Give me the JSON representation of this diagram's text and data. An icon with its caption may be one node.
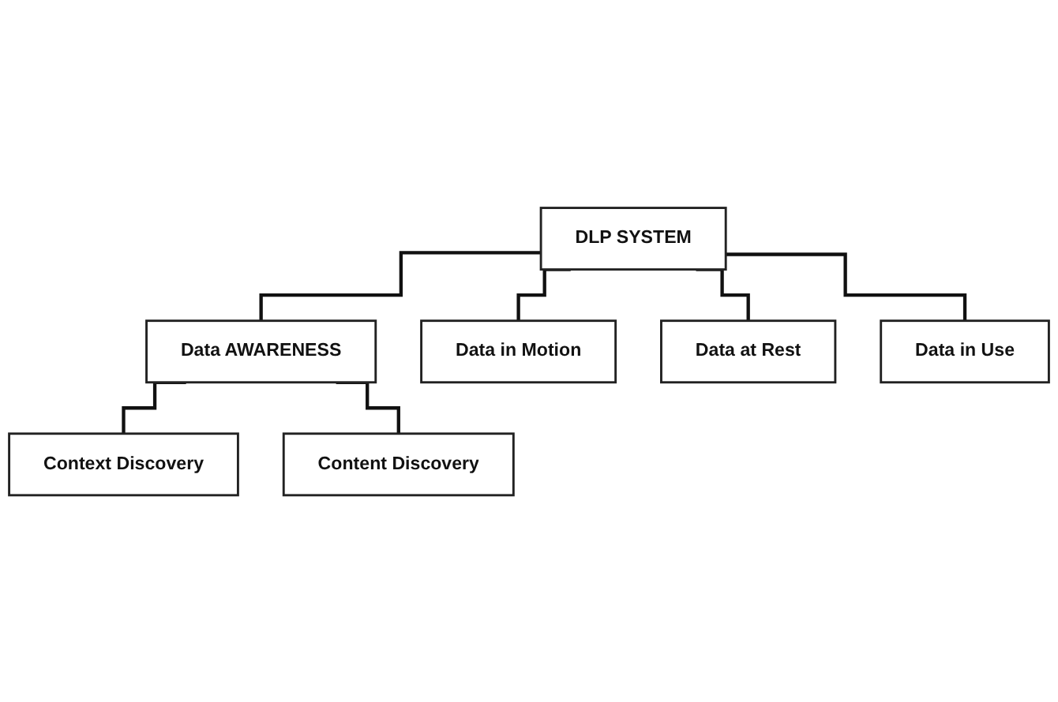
{
  "diagram": {
    "nodes": [
      {
        "text": [
          "DLP SYSTEM"
        ]
      },
      {
        "text": [
          "Data AWARENESS"
        ]
      },
      {
        "text": [
          "Context Discovery"
        ]
      },
      {
        "text": [
          "Content Discovery"
        ]
      },
      {
        "text": [
          "Data in Motion"
        ]
      },
      {
        "text": [
          "Data at Rest"
        ]
      },
      {
        "text": [
          "Data in Use"
        ]
      }
    ],
    "edges": [
      {
        "from": 0,
        "to": 1,
        "arrow": "none"
      },
      {
        "from": 1,
        "to": 2,
        "arrow": "none"
      },
      {
        "from": 1,
        "to": 3,
        "arrow": "none"
      },
      {
        "from": 0,
        "to": 4,
        "arrow": "none"
      },
      {
        "from": 0,
        "to": 5,
        "arrow": "none"
      },
      {
        "from": 0,
        "to": 6,
        "arrow": "none"
      }
    ]
  }
}
